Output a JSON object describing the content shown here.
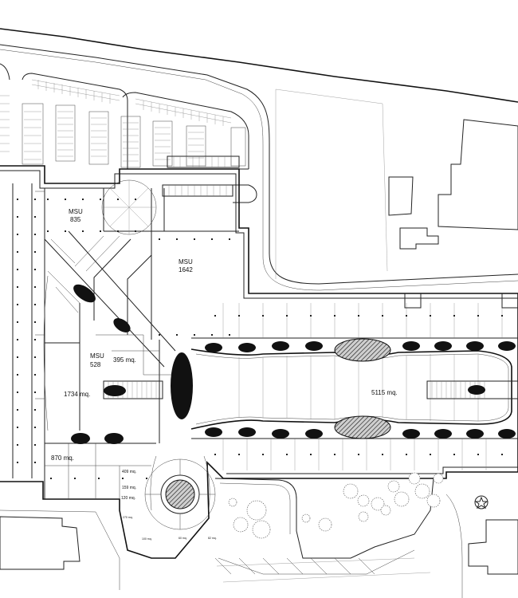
{
  "labels": {
    "msu_835_name": "MSU",
    "msu_835_area": "835",
    "msu_1642_name": "MSU",
    "msu_1642_area": "1642",
    "msu_528_name": "MSU",
    "msu_528_area": "528",
    "area_395": "395 mq.",
    "area_1734": "1734 mq.",
    "area_5115": "5115 mq.",
    "area_870": "870 mq.",
    "area_409": "409 mq.",
    "area_159": "159 mq.",
    "area_120": "120 mq.",
    "area_270": "270 mq.",
    "area_100": "100 mq.",
    "area_82": "82 mq.",
    "area_60": "60 mq."
  }
}
